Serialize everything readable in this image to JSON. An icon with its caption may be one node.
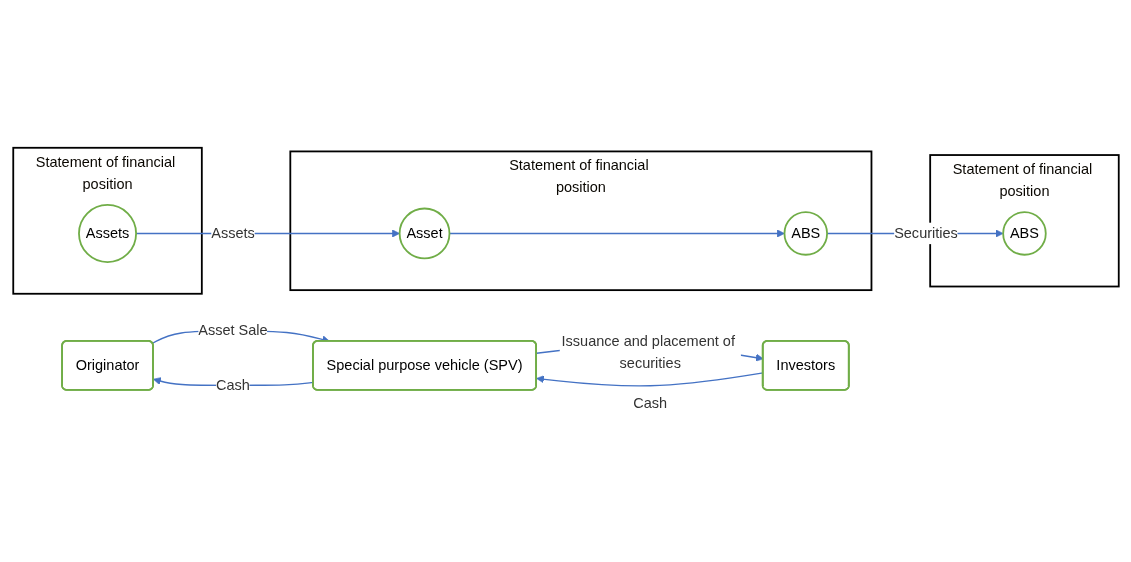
{
  "diagram": {
    "nodes": [
      {
        "text": [
          "Originator"
        ]
      },
      {
        "text": [
          "Special purpose vehicle (SPV)"
        ]
      },
      {
        "text": [
          "Investors"
        ]
      },
      {
        "text": [
          "Statement of financial position"
        ]
      },
      {
        "text": [
          "Assets"
        ],
        "in": 3
      },
      {
        "text": [
          "Statement of financial position"
        ]
      },
      {
        "text": [
          "Asset"
        ],
        "in": 5
      },
      {
        "text": [
          "ABS"
        ],
        "in": 5
      },
      {
        "text": [
          "Statement of financial position"
        ]
      },
      {
        "text": [
          "ABS"
        ],
        "in": 8
      }
    ],
    "edges": [
      {
        "from": 0,
        "to": 1,
        "arrow": "to",
        "label": "Asset Sale"
      },
      {
        "from": 1,
        "to": 0,
        "arrow": "to",
        "label": "Cash"
      },
      {
        "from": 1,
        "to": 2,
        "arrow": "to",
        "label": "Issuance and placement of securities"
      },
      {
        "from": 2,
        "to": 1,
        "arrow": "to",
        "label": "Cash"
      },
      {
        "from": 4,
        "to": 6,
        "arrow": "to",
        "label": "Assets"
      },
      {
        "from": 6,
        "to": 7,
        "arrow": "to"
      },
      {
        "from": 7,
        "to": 9,
        "arrow": "to",
        "label": "Securities"
      }
    ]
  }
}
